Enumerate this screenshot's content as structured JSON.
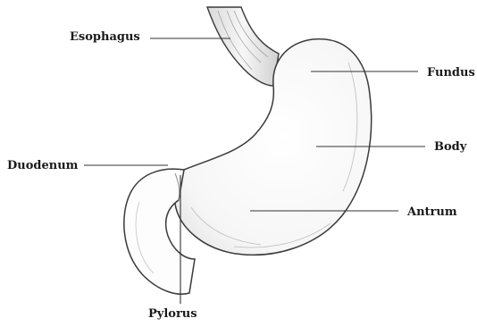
{
  "diagram": {
    "labels": {
      "esophagus": "Esophagus",
      "fundus": "Fundus",
      "body": "Body",
      "duodenum": "Duodenum",
      "antrum": "Antrum",
      "pylorus": "Pylorus"
    },
    "colors": {
      "outline": "#3a3a3a",
      "fill": "#fbfbfb",
      "shade": "#cfcfcf",
      "leader": "#333333",
      "text": "#1a1a1a"
    }
  }
}
